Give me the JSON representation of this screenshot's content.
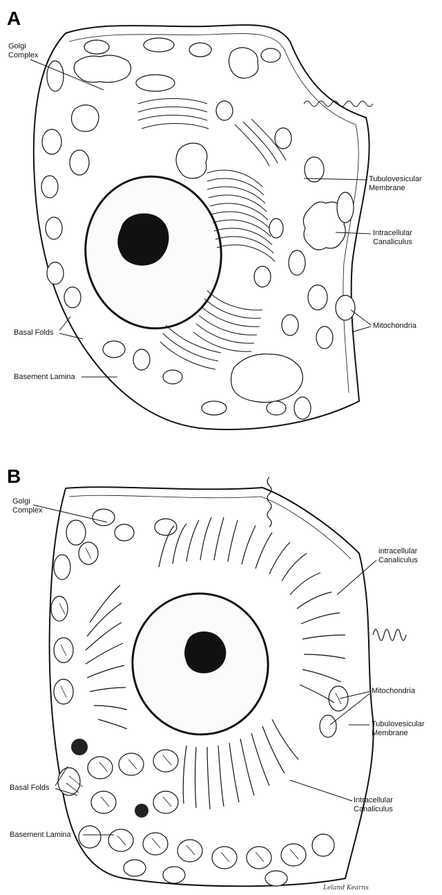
{
  "panels": [
    {
      "letter": "A",
      "labels": {
        "golgi": [
          "Golgi",
          "Complex"
        ],
        "tubulovesicular": [
          "Tubulovesicular",
          "Membrane"
        ],
        "canaliculus": [
          "Intracellular",
          "Canaliculus"
        ],
        "basal_folds": "Basal Folds",
        "mitochondria": "Mitochondria",
        "basement_lamina": "Basement Lamina"
      }
    },
    {
      "letter": "B",
      "labels": {
        "golgi": [
          "Golgi",
          "Complex"
        ],
        "canaliculus_upper": [
          "intracellular",
          "Canaliculus"
        ],
        "mitochondria": "Mitochondria",
        "tubulovesicular": [
          "Tubulovesicular",
          "Membrane"
        ],
        "basal_folds": "Basal Folds",
        "canaliculus_lower": [
          "Intracellular",
          "Canaliculus"
        ],
        "basement_lamina": "Basement Lamina"
      },
      "signature": "Leland Kearns"
    }
  ]
}
